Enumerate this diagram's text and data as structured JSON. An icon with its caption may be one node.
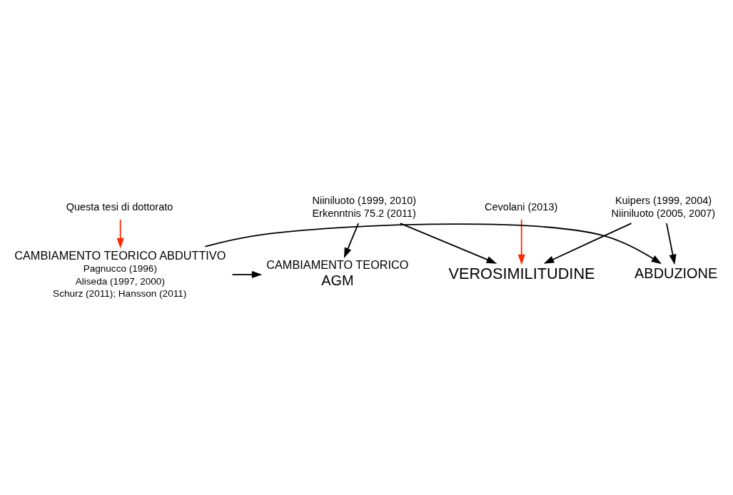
{
  "diagram": {
    "nodes": [
      {
        "text": [
          "VEROSIMILITUDINE"
        ]
      },
      {
        "text": [
          "Niiniluoto (1999, 2010)",
          "Erkenntnis 75.2 (2011)"
        ]
      },
      {
        "text": [
          "Cevolani (2013)"
        ]
      },
      {
        "text": [
          "Kuipers (1999, 2004)",
          "Niiniluoto (2005, 2007)"
        ]
      },
      {
        "text": [
          "Questa tesi di dottorato"
        ]
      },
      {
        "text": [
          "CAMBIAMENTO TEORICO",
          "AGM"
        ]
      },
      {
        "text": [
          "CAMBIAMENTO TEORICO ABDUTTIVO",
          "Pagnucco (1996)",
          "Aliseda (1997, 2000)",
          "Schurz (2011); Hansson (2011)"
        ]
      },
      {
        "text": [
          "ABDUZIONE"
        ]
      }
    ],
    "edges": [
      {
        "from": 1,
        "to": 0,
        "arrow": "to"
      },
      {
        "from": 1,
        "to": 5,
        "arrow": "to"
      },
      {
        "from": 2,
        "to": 0,
        "arrow": "to",
        "color": "#ff2a00"
      },
      {
        "from": 3,
        "to": 0,
        "arrow": "to"
      },
      {
        "from": 3,
        "to": 7,
        "arrow": "to"
      },
      {
        "from": 4,
        "to": 6,
        "arrow": "to",
        "color": "#ff2a00"
      },
      {
        "from": 6,
        "to": 5,
        "arrow": "to"
      },
      {
        "from": 6,
        "to": 7,
        "arrow": "to"
      }
    ]
  }
}
